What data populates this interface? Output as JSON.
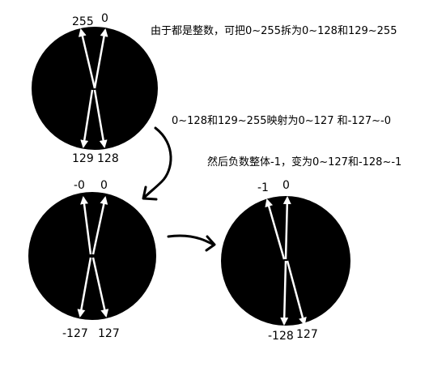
{
  "notes": {
    "top": "由于都是整数，可把0~255拆为0~128和129~255",
    "middle": "0~128和129~255映射为0~127 和-127~-0",
    "right": "然后负数整体-1，变为0~127和-128~-1"
  },
  "circle1": {
    "top_left": "255",
    "top_right": "0",
    "bottom_left": "129",
    "bottom_right": "128"
  },
  "circle2": {
    "top_left": "-0",
    "top_right": "0",
    "bottom_left": "-127",
    "bottom_right": "127"
  },
  "circle3": {
    "top_left": "-1",
    "top_right": "0",
    "bottom_left": "-128",
    "bottom_right": "127"
  },
  "colors": {
    "disc": "#000000",
    "arrow": "#ffffff",
    "text": "#000000",
    "background": "#ffffff"
  }
}
